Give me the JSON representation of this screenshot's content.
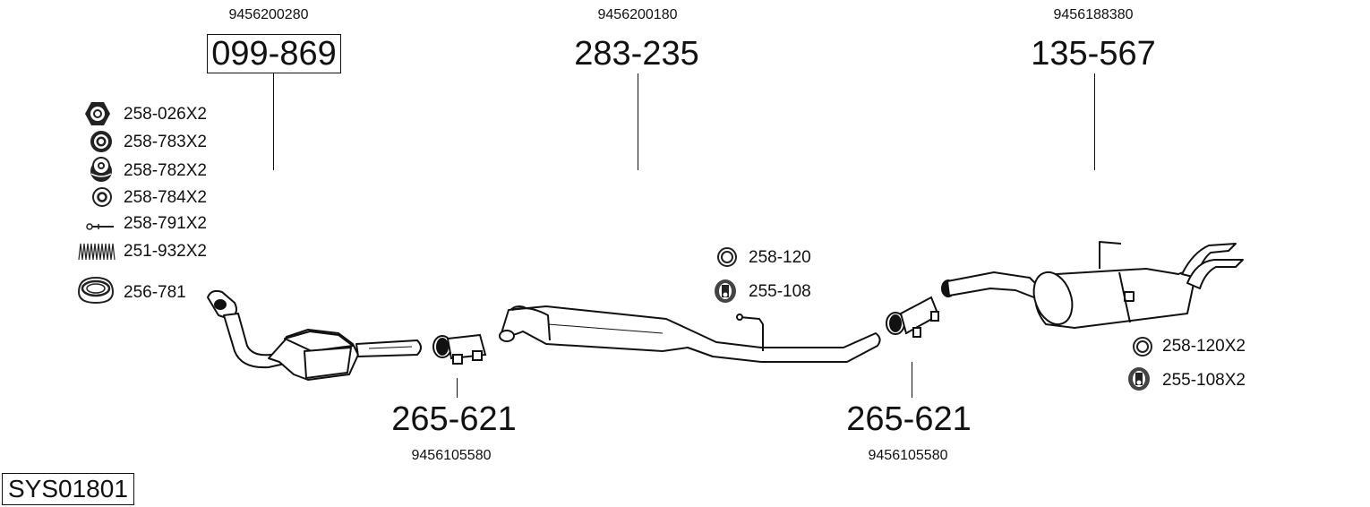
{
  "system_code": "SYS01801",
  "parts": [
    {
      "id": "catalytic-converter",
      "part_number": "099-869",
      "oe_number": "9456200280",
      "boxed": true
    },
    {
      "id": "center-silencer",
      "part_number": "283-235",
      "oe_number": "9456200180",
      "boxed": false
    },
    {
      "id": "rear-silencer",
      "part_number": "135-567",
      "oe_number": "9456188380",
      "boxed": false
    },
    {
      "id": "clamp-1",
      "part_number": "265-621",
      "oe_number": "9456105580",
      "boxed": false
    },
    {
      "id": "clamp-2",
      "part_number": "265-621",
      "oe_number": "9456105580",
      "boxed": false
    }
  ],
  "accessories_left": [
    {
      "icon": "nut-icon",
      "label": "258-026X2"
    },
    {
      "icon": "rubber-ring-icon",
      "label": "258-783X2"
    },
    {
      "icon": "stacked-ring-icon",
      "label": "258-782X2"
    },
    {
      "icon": "washer-icon",
      "label": "258-784X2"
    },
    {
      "icon": "bolt-icon",
      "label": "258-791X2"
    },
    {
      "icon": "spring-icon",
      "label": "251-932X2"
    },
    {
      "icon": "gasket-ring-icon",
      "label": "256-781"
    }
  ],
  "accessories_center": [
    {
      "icon": "o-ring-icon",
      "label": "258-120"
    },
    {
      "icon": "rubber-hanger-icon",
      "label": "255-108"
    }
  ],
  "accessories_right": [
    {
      "icon": "o-ring-icon",
      "label": "258-120X2"
    },
    {
      "icon": "rubber-hanger-icon",
      "label": "255-108X2"
    }
  ]
}
